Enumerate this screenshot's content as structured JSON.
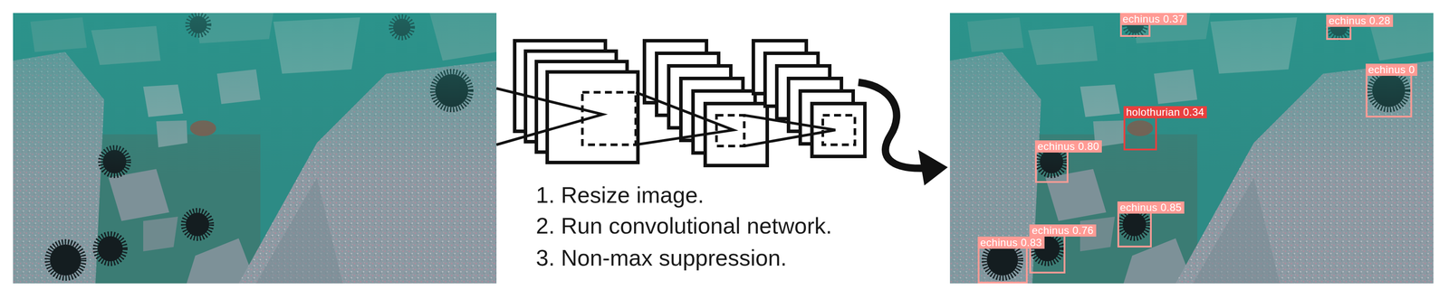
{
  "diagram": {
    "nodes": [
      {
        "text": [
          "echinus 0.37"
        ]
      },
      {
        "text": [
          "echinus 0.28"
        ]
      },
      {
        "text": [
          "echinus 0"
        ]
      },
      {
        "text": [
          "holothurian 0.34"
        ]
      },
      {
        "text": [
          "echinus 0.80"
        ]
      },
      {
        "text": [
          "echinus 0.85"
        ]
      },
      {
        "text": [
          "echinus 0.76"
        ]
      },
      {
        "text": [
          "echinus 0.83"
        ]
      }
    ],
    "labels": [
      "1. Resize image.",
      "2. Run convolutional network.",
      "3. Non-max suppression."
    ]
  }
}
